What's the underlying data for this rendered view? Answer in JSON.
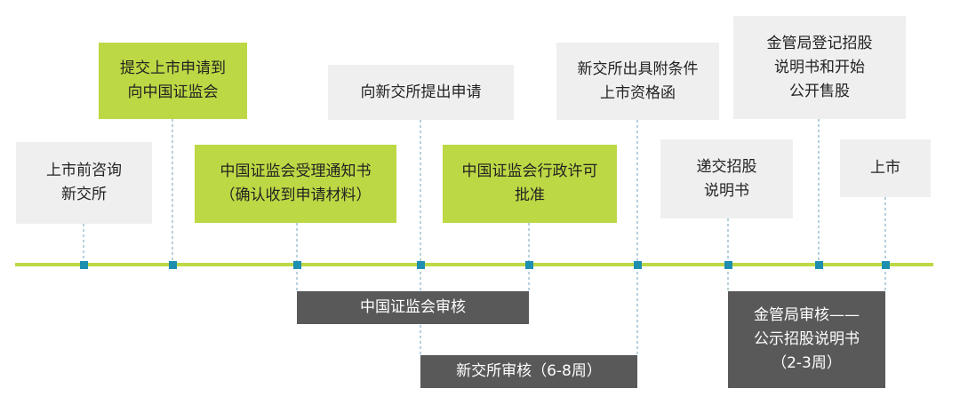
{
  "milestones": {
    "consult": "上市前咨询\n新交所",
    "submit": "提交上市申请到\n向中国证监会",
    "csrc_notice": "中国证监会受理通知书\n（确认收到申请材料）",
    "sgx_apply": "向新交所提出申请",
    "csrc_approval": "中国证监会行政许可\n批准",
    "sgx_letter": "新交所出具附条件\n上市资格函",
    "prospectus": "递交招股\n说明书",
    "mas_register": "金管局登记招股\n说明书和开始\n公开售股",
    "listing": "上市"
  },
  "phases": {
    "csrc_review": "中国证监会审核",
    "sgx_review": "新交所审核（6-8周）",
    "mas_review": "金管局审核——\n公示招股说明书\n（2-3周）"
  },
  "colors": {
    "timeline": "#bcd844",
    "highlight_box": "#bcd844",
    "neutral_box": "#efefef",
    "phase_bar": "#595959",
    "marker": "#1f8fb0",
    "connector": "#9fc1d2"
  }
}
